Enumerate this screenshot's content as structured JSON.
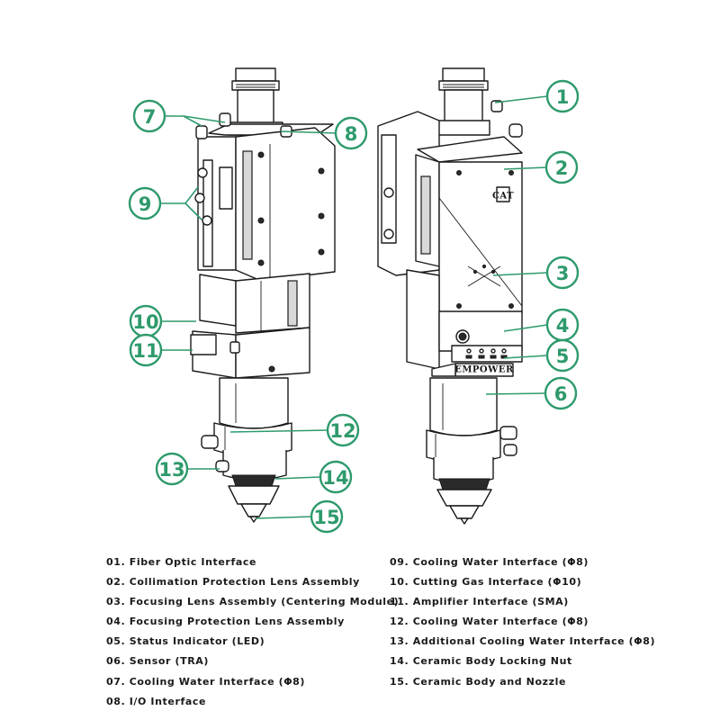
{
  "brand_label": "EMPOWER",
  "callouts": [
    "1",
    "2",
    "3",
    "4",
    "5",
    "6",
    "7",
    "8",
    "9",
    "10",
    "11",
    "12",
    "13",
    "14",
    "15"
  ],
  "legend_left": [
    "01. Fiber Optic Interface",
    "02. Collimation Protection Lens Assembly",
    "03. Focusing Lens Assembly (Centering Module)",
    "04. Focusing Protection Lens Assembly",
    "05. Status Indicator (LED)",
    "06. Sensor (TRA)",
    "07. Cooling Water Interface (Φ8)",
    "08. I/O Interface"
  ],
  "legend_right": [
    "09. Cooling Water Interface (Φ8)",
    "10. Cutting Gas Interface (Φ10)",
    "11. Amplifier Interface (SMA)",
    "12. Cooling Water Interface (Φ8)",
    "13. Additional Cooling Water Interface (Φ8)",
    "14. Ceramic Body Locking Nut",
    "15. Ceramic Body and Nozzle"
  ],
  "colors": {
    "accent": "#2e9a6c",
    "line": "#1a1a1a"
  }
}
